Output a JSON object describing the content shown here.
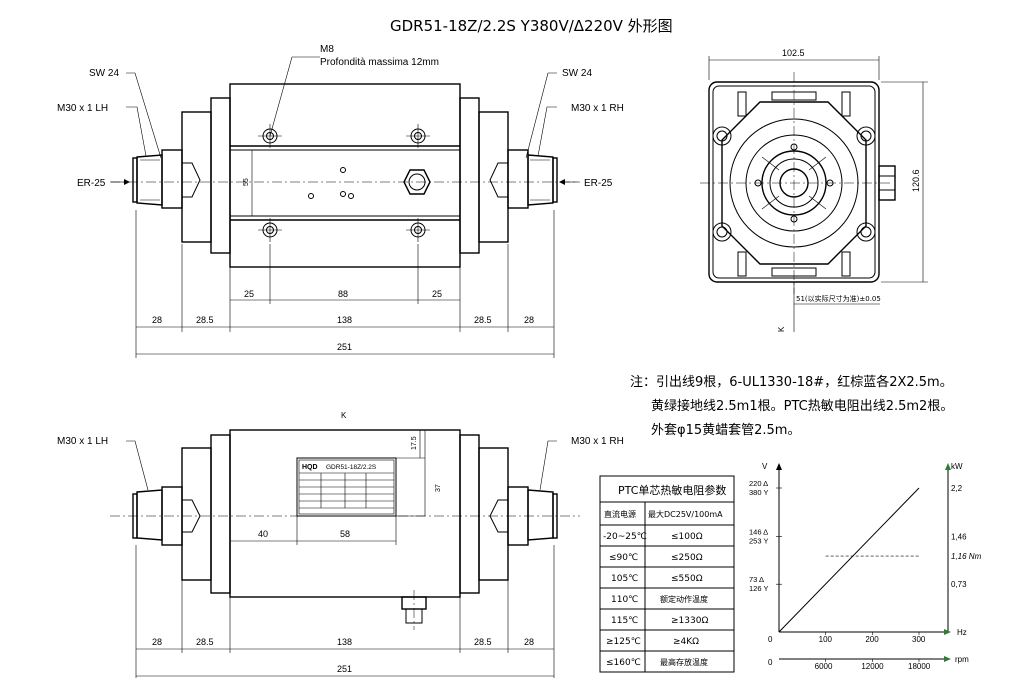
{
  "title": "GDR51-18Z/2.2S  Y380V/Δ220V  外形图",
  "front_view": {
    "m8_label": "M8",
    "m8_depth": "Profondità massima 12mm",
    "sw_left": "SW 24",
    "sw_right": "SW 24",
    "thread_left": "M30 x 1 LH",
    "thread_right": "M30 x 1 RH",
    "collet_left": "ER-25",
    "collet_right": "ER-25",
    "dim_55": "55",
    "dim_25a": "25",
    "dim_88": "88",
    "dim_25b": "25",
    "dim_28a": "28",
    "dim_285a": "28.5",
    "dim_138": "138",
    "dim_285b": "28.5",
    "dim_28b": "28",
    "dim_251": "251"
  },
  "end_view": {
    "dim_1025": "102.5",
    "dim_1206": "120.6",
    "dim_51": "51(以实际尺寸为准)±0.05",
    "k_label": "K"
  },
  "notes": {
    "line1": "注：引出线9根，6-UL1330-18#，红棕蓝各2X2.5m。",
    "line2": "黄绿接地线2.5m1根。PTC热敏电阻出线2.5m2根。",
    "line3": "外套φ15黄蜡套管2.5m。"
  },
  "side_view": {
    "k_label": "K",
    "thread_left": "M30 x 1 LH",
    "thread_right": "M30 x 1 RH",
    "dim_175": "17.5",
    "dim_37": "37",
    "dim_40": "40",
    "dim_58": "58",
    "dim_28a": "28",
    "dim_285a": "28.5",
    "dim_138": "138",
    "dim_285b": "28.5",
    "dim_28b": "28",
    "dim_251": "251",
    "plate_brand": "HQD",
    "plate_model": "GDR51-18Z/2.2S"
  },
  "ptc_table": {
    "title": "PTC单芯热敏电阻参数",
    "header": [
      "直流电源",
      "最大DC25V/100mA"
    ],
    "rows": [
      [
        "-20~25℃",
        "≤100Ω"
      ],
      [
        "≤90℃",
        "≤250Ω"
      ],
      [
        "105℃",
        "≤550Ω"
      ],
      [
        "110℃",
        "额定动作温度"
      ],
      [
        "115℃",
        "≥1330Ω"
      ],
      [
        "≥125℃",
        "≥4KΩ"
      ],
      [
        "≤160℃",
        "最高存放温度"
      ]
    ]
  },
  "chart_data": {
    "type": "line",
    "x_label": "Hz",
    "x_ticks": [
      "0",
      "100",
      "200",
      "300"
    ],
    "x_secondary_label": "rpm",
    "x_secondary_ticks": [
      "0",
      "6000",
      "12000",
      "18000"
    ],
    "y_left_label": "V",
    "y_left_ticks": [
      {
        "top": "73 Δ",
        "bottom": "126 Y",
        "value": 73
      },
      {
        "top": "146 Δ",
        "bottom": "253 Y",
        "value": 146
      },
      {
        "top": "220 Δ",
        "bottom": "380 Y",
        "value": 220
      }
    ],
    "y_right_label": "kW",
    "y_right_ticks": [
      "0,73",
      "1,46",
      "2,2"
    ],
    "torque_label": "1,16 Nm",
    "xlim": [
      0,
      300
    ],
    "series": [
      {
        "x": [
          0,
          300
        ],
        "y": [
          0,
          220
        ]
      }
    ],
    "torque_level_kw": 1.16,
    "grid": false
  }
}
